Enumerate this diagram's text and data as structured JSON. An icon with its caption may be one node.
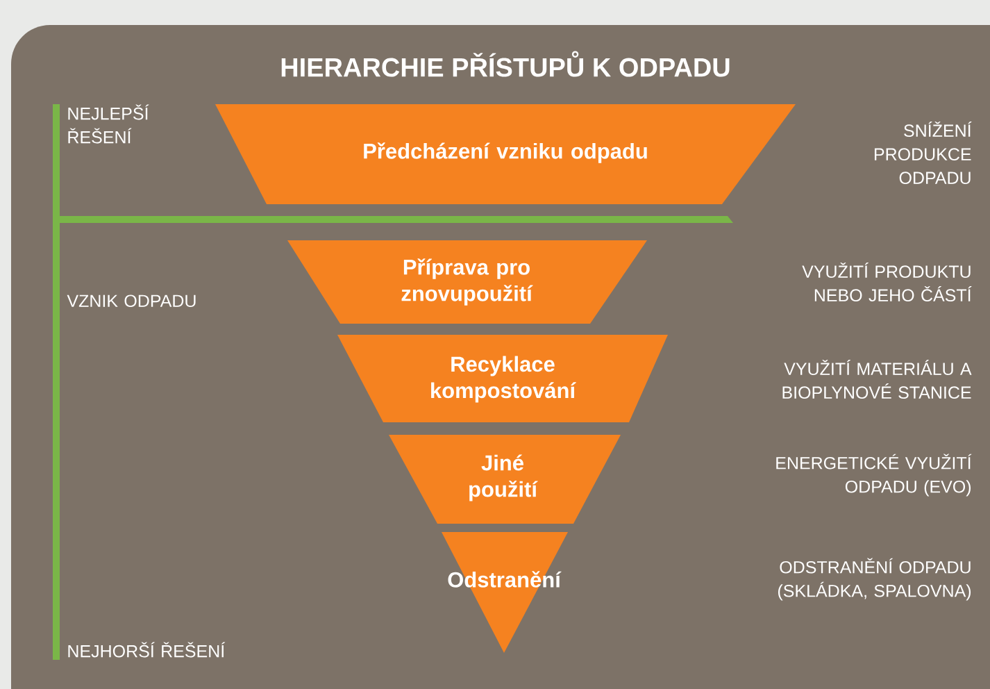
{
  "diagram": {
    "title": "HIERARCHIE PŘÍSTUPŮ K ODPADU",
    "nodes": [
      {
        "text": [
          "Předcházení vzniku odpadu"
        ]
      },
      {
        "text": [
          "Příprava pro znovupoužití"
        ]
      },
      {
        "text": [
          "Recyklace kompostování"
        ]
      },
      {
        "text": [
          "Jiné použití"
        ]
      },
      {
        "text": [
          "Odstranění"
        ]
      }
    ],
    "labels": [
      "NEJLEPŠÍ ŘEŠENÍ",
      "SNÍŽENÍ PRODUKCE ODPADU",
      "VYUŽITÍ PRODUKTU NEBO JEHO ČÁSTÍ",
      "VZNIK ODPADU",
      "VYUŽITÍ MATERIÁLU A BIOPLYNOVÉ STANICE",
      "ENERGETICKÉ VYUŽITÍ ODPADU (EVO)",
      "ODSTRANĚNÍ ODPADU (SKLÁDKA, SPALOVNA)",
      "NEJHORŠÍ ŘEŠENÍ"
    ]
  }
}
